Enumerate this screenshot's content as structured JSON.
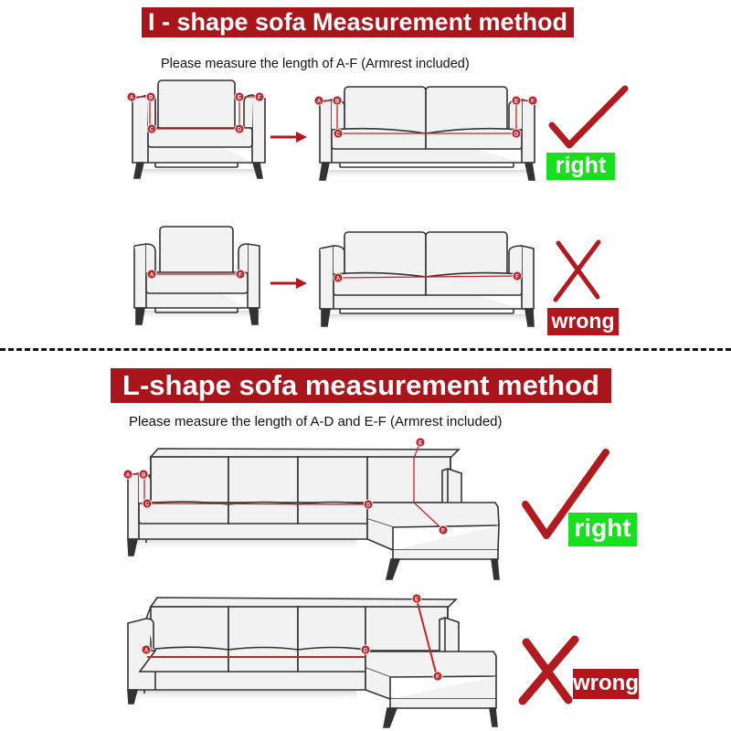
{
  "i_shape": {
    "title": "I - shape sofa Measurement method",
    "instruction": "Please measure the length of A-F (Armrest included)",
    "correct_example": {
      "labels": [
        "A",
        "B",
        "C",
        "D",
        "E",
        "F"
      ],
      "verdict_icon": "checkmark-icon",
      "verdict_label": "right",
      "verdict_color": "#19e01e"
    },
    "incorrect_example": {
      "labels": [
        "A",
        "F"
      ],
      "verdict_icon": "x-mark-icon",
      "verdict_label": "wrong",
      "verdict_color": "#b2161c"
    }
  },
  "l_shape": {
    "title": "L-shape sofa measurement method",
    "instruction": "Please measure the length of A-D and E-F (Armrest included)",
    "correct_example": {
      "labels": [
        "A",
        "B",
        "C",
        "D",
        "E",
        "F"
      ],
      "verdict_icon": "checkmark-icon",
      "verdict_label": "right",
      "verdict_color": "#19e01e"
    },
    "incorrect_example": {
      "labels": [
        "A",
        "D",
        "E",
        "F"
      ],
      "verdict_icon": "x-mark-icon",
      "verdict_label": "wrong",
      "verdict_color": "#b2161c"
    }
  },
  "colors": {
    "banner": "#a8151b",
    "measure_line": "#c0262c",
    "right": "#19e01e",
    "wrong": "#b2161c"
  },
  "markers": {
    "A": "A",
    "B": "B",
    "C": "C",
    "D": "D",
    "E": "E",
    "F": "F"
  }
}
